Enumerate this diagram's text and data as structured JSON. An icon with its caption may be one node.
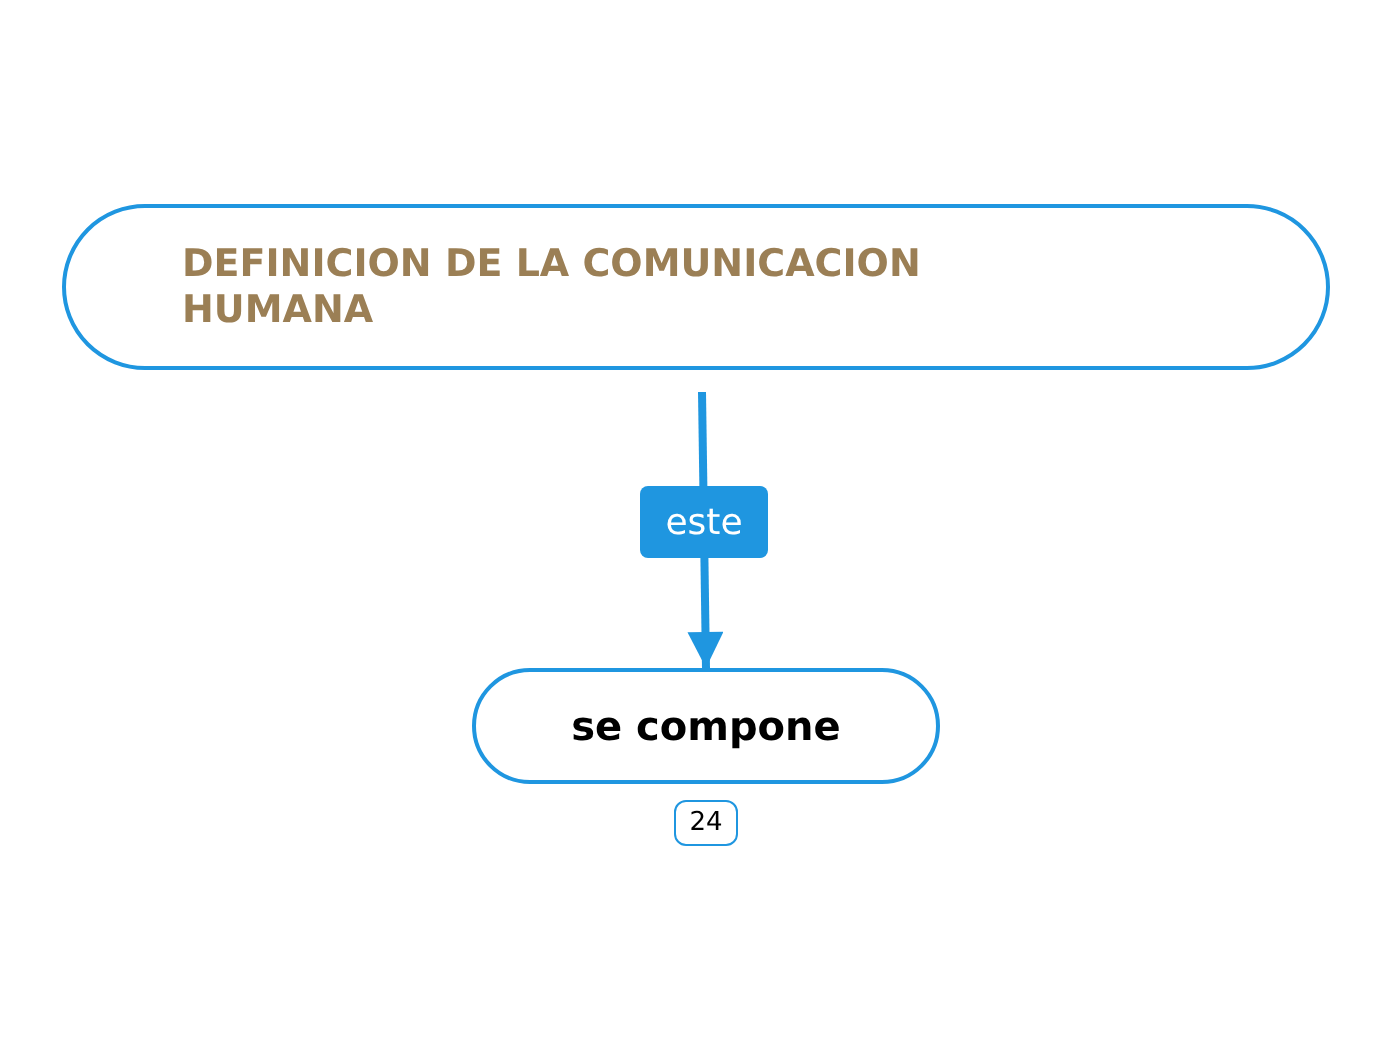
{
  "diagram": {
    "nodes": [
      {
        "text": [
          "DEFINICION DE LA COMUNICACION HUMANA"
        ]
      },
      {
        "text": [
          "se compone"
        ],
        "beside": [
          "24"
        ]
      }
    ],
    "edges": [
      {
        "from": 0,
        "to": 1,
        "arrow": "to",
        "label": "este"
      }
    ]
  }
}
